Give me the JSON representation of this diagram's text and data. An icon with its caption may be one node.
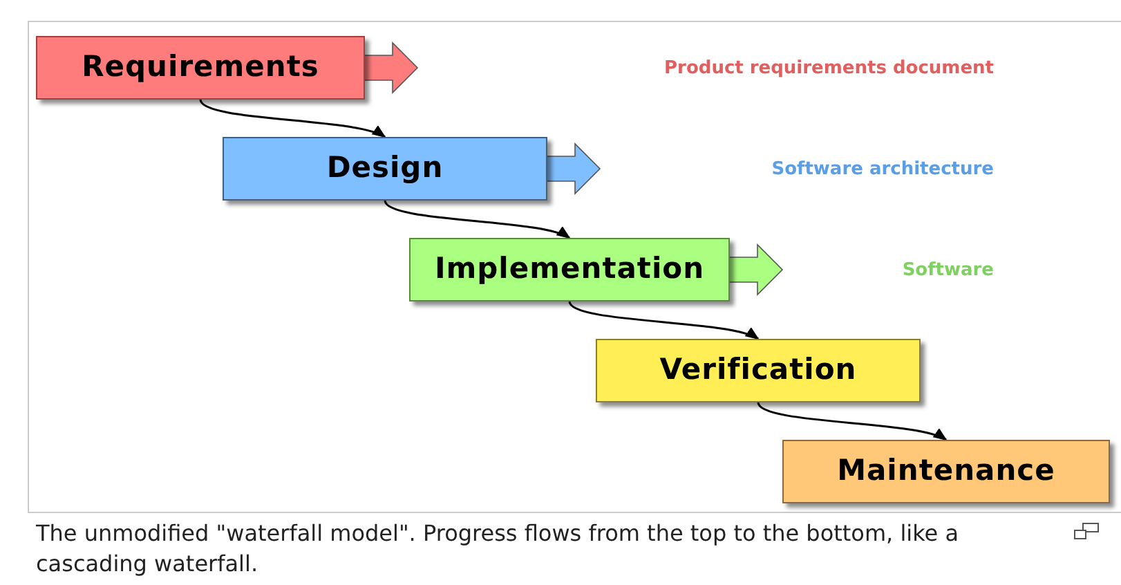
{
  "diagram": {
    "caption": "The unmodified \"waterfall model\". Progress flows from the top to the bottom, like a cascading waterfall.",
    "nodes": [
      {
        "text": [
          "Requirements"
        ]
      },
      {
        "text": [
          "Design"
        ]
      },
      {
        "text": [
          "Implementation"
        ]
      },
      {
        "text": [
          "Verification"
        ]
      },
      {
        "text": [
          "Maintenance"
        ]
      }
    ],
    "edges": [
      {
        "from": 0,
        "to": 1,
        "arrow": "to"
      },
      {
        "from": 1,
        "to": 2,
        "arrow": "to"
      },
      {
        "from": 2,
        "to": 3,
        "arrow": "to"
      },
      {
        "from": 3,
        "to": 4,
        "arrow": "to"
      }
    ],
    "labels": [
      "Product requirements document",
      "Software architecture",
      "Software"
    ]
  }
}
